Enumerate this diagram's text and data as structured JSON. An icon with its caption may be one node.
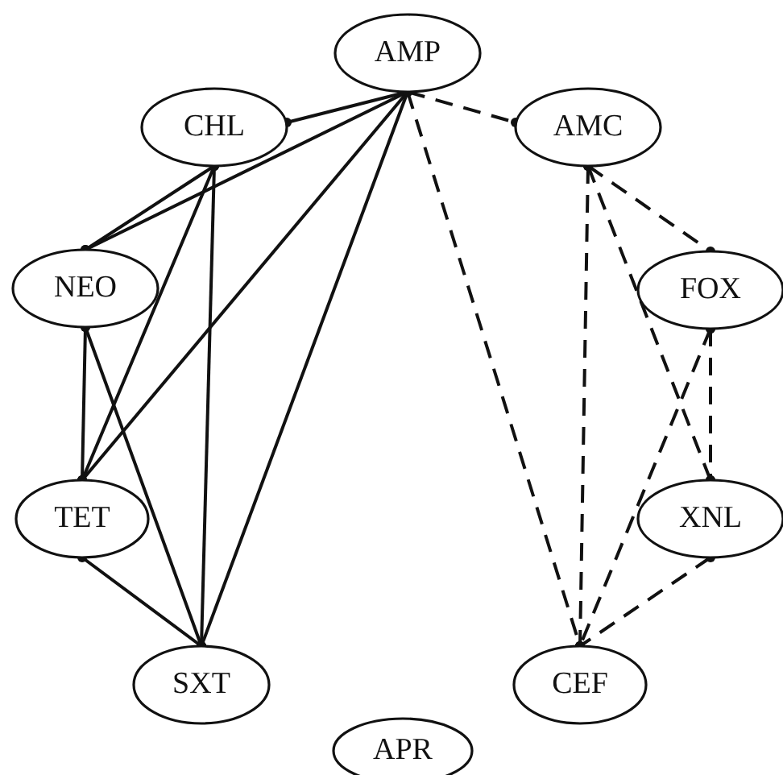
{
  "diagram": {
    "nodes": [
      {
        "text": [
          "AMP"
        ]
      },
      {
        "text": [
          "CHL"
        ]
      },
      {
        "text": [
          "AMC"
        ]
      },
      {
        "text": [
          "NEO"
        ]
      },
      {
        "text": [
          "FOX"
        ]
      },
      {
        "text": [
          "TET"
        ]
      },
      {
        "text": [
          "XNL"
        ]
      },
      {
        "text": [
          "SXT"
        ]
      },
      {
        "text": [
          "CEF"
        ]
      },
      {
        "text": [
          "APR"
        ]
      }
    ],
    "edges": [
      {
        "from": 0,
        "to": 1,
        "arrow": "other"
      },
      {
        "from": 0,
        "to": 3,
        "arrow": "other"
      },
      {
        "from": 0,
        "to": 5,
        "arrow": "other"
      },
      {
        "from": 0,
        "to": 7,
        "arrow": "other"
      },
      {
        "from": 1,
        "to": 3,
        "arrow": "other"
      },
      {
        "from": 1,
        "to": 5,
        "arrow": "other"
      },
      {
        "from": 1,
        "to": 7,
        "arrow": "other"
      },
      {
        "from": 3,
        "to": 5,
        "arrow": "other"
      },
      {
        "from": 3,
        "to": 7,
        "arrow": "other"
      },
      {
        "from": 5,
        "to": 7,
        "arrow": "other"
      },
      {
        "from": 0,
        "to": 2,
        "arrow": "other",
        "style": "dashed"
      },
      {
        "from": 0,
        "to": 8,
        "arrow": "other",
        "style": "dashed"
      },
      {
        "from": 2,
        "to": 4,
        "arrow": "other",
        "style": "dashed"
      },
      {
        "from": 2,
        "to": 8,
        "arrow": "other",
        "style": "dashed"
      },
      {
        "from": 2,
        "to": 6,
        "arrow": "other",
        "style": "dashed"
      },
      {
        "from": 4,
        "to": 6,
        "arrow": "other",
        "style": "dashed"
      },
      {
        "from": 4,
        "to": 8,
        "arrow": "other",
        "style": "dashed"
      },
      {
        "from": 6,
        "to": 8,
        "arrow": "other",
        "style": "dashed"
      }
    ]
  }
}
